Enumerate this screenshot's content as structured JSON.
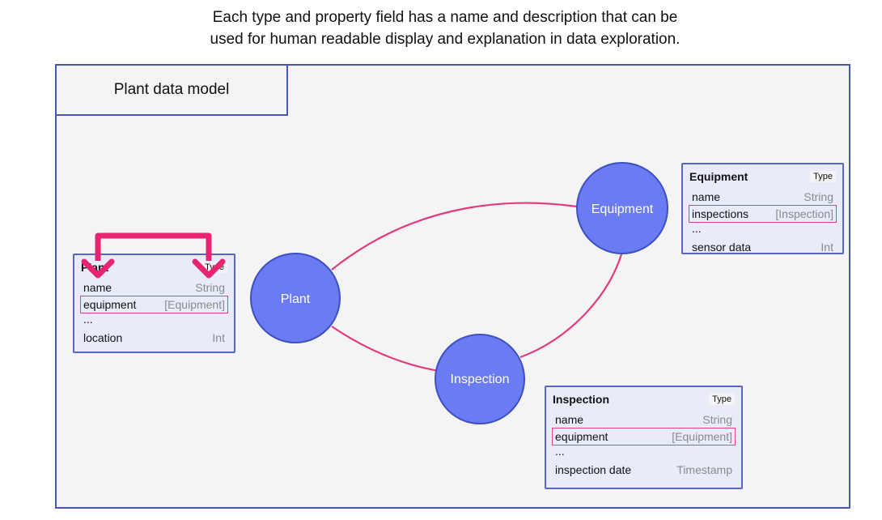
{
  "caption": {
    "line1": "Each type and property field has a name and description that can be",
    "line2": "used for human readable display and explanation in data exploration."
  },
  "title": "Plant data model",
  "colors": {
    "node_fill": "#6b7cf2",
    "node_border": "#3d4fc2",
    "edge": "#e23a7d",
    "highlight_arrow": "#e6246f",
    "card_bg": "#e9ebf8",
    "card_border": "#5b66c4"
  },
  "nodes": [
    {
      "id": "plant",
      "label": "Plant"
    },
    {
      "id": "equipment",
      "label": "Equipment"
    },
    {
      "id": "inspection",
      "label": "Inspection"
    }
  ],
  "cards": {
    "plant": {
      "type_name": "Plant",
      "badge": "Type",
      "fields": [
        {
          "name": "name",
          "type": "String",
          "highlight": false
        },
        {
          "name": "equipment",
          "type": "[Equipment]",
          "highlight": true
        }
      ],
      "ellipsis": "...",
      "last": {
        "name": "location",
        "type": "Int"
      }
    },
    "equipment": {
      "type_name": "Equipment",
      "badge": "Type",
      "fields": [
        {
          "name": "name",
          "type": "String",
          "highlight": false
        },
        {
          "name": "inspections",
          "type": "[Inspection]",
          "highlight": true
        }
      ],
      "ellipsis": "...",
      "last": {
        "name": "sensor data",
        "type": "Int"
      }
    },
    "inspection": {
      "type_name": "Inspection",
      "badge": "Type",
      "fields": [
        {
          "name": "name",
          "type": "String",
          "highlight": false
        },
        {
          "name": "equipment",
          "type": "[Equipment]",
          "highlight": true
        }
      ],
      "ellipsis": "...",
      "last": {
        "name": "inspection date",
        "type": "Timestamp"
      }
    }
  }
}
